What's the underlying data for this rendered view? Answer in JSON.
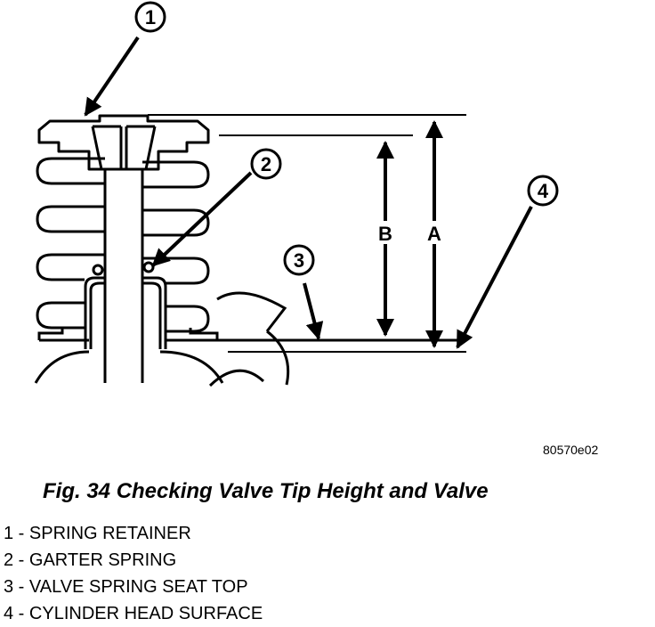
{
  "diagram": {
    "callouts": [
      "1",
      "2",
      "3",
      "4"
    ],
    "dimensions": [
      "B",
      "A"
    ]
  },
  "reference_code": "80570e02",
  "caption": "Fig. 34 Checking Valve Tip Height and Valve",
  "legend": [
    {
      "number": "1",
      "text": "SPRING RETAINER"
    },
    {
      "number": "2",
      "text": "GARTER SPRING"
    },
    {
      "number": "3",
      "text": "VALVE SPRING SEAT TOP"
    },
    {
      "number": "4",
      "text": "CYLINDER HEAD SURFACE"
    }
  ]
}
